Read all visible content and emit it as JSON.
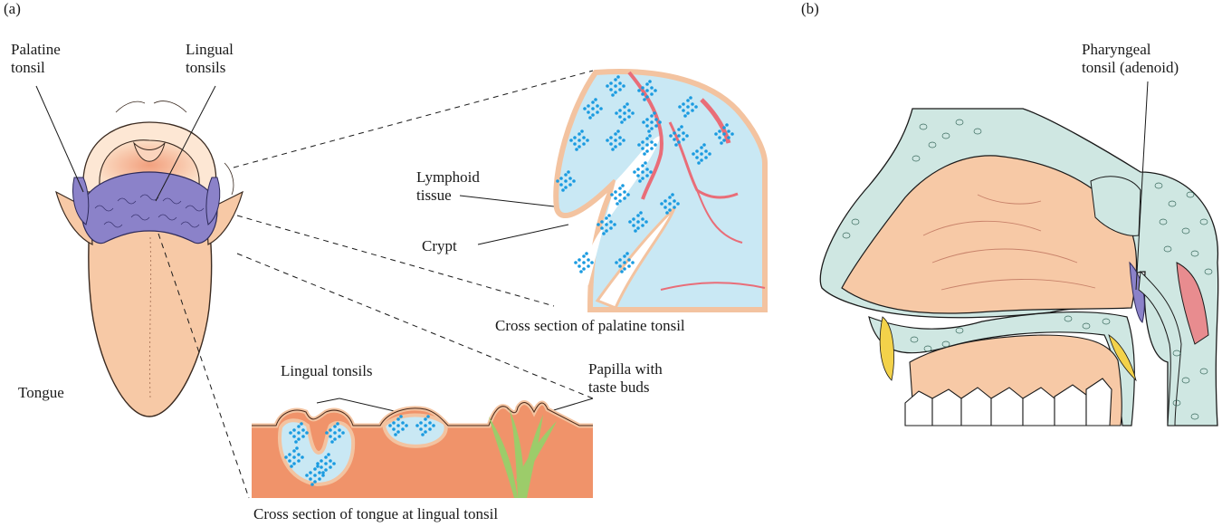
{
  "panels": {
    "a": {
      "tag": "(a)"
    },
    "b": {
      "tag": "(b)"
    }
  },
  "labels": {
    "palatine_tonsil_line1": "Palatine",
    "palatine_tonsil_line2": "tonsil",
    "lingual_tonsils_top_line1": "Lingual",
    "lingual_tonsils_top_line2": "tonsils",
    "tongue": "Tongue",
    "lymphoid_tissue_line1": "Lymphoid",
    "lymphoid_tissue_line2": "tissue",
    "crypt": "Crypt",
    "lingual_tonsils_bottom": "Lingual tonsils",
    "papilla_line1": "Papilla with",
    "papilla_line2": "taste buds",
    "pharyngeal_line1": "Pharyngeal",
    "pharyngeal_line2": "tonsil (adenoid)"
  },
  "captions": {
    "palatine_cross_section": "Cross section of palatine tonsil",
    "lingual_cross_section": "Cross section of tongue at lingual tonsil"
  },
  "colors": {
    "tongue": "#f7c9a6",
    "tonsil": "#8b82c9",
    "lymph": "#c9e8f4",
    "dots": "#1a9be0",
    "muscle": "#f0936a",
    "vessel": "#e96d78",
    "bone": "#cfe7e2",
    "papilla": "#9ccc6a",
    "turbinate": "#f3d24a"
  }
}
